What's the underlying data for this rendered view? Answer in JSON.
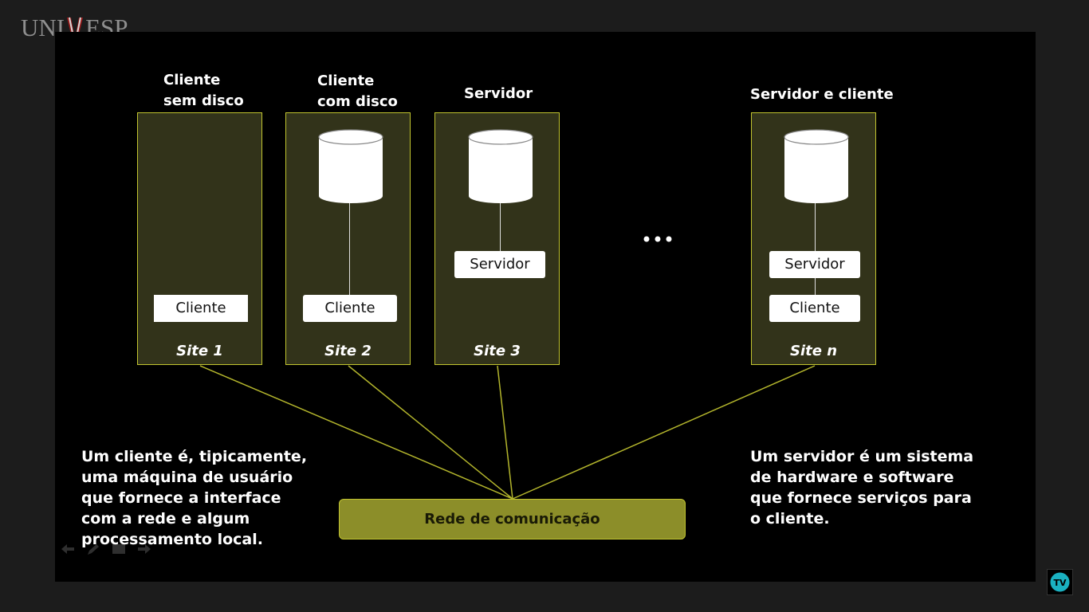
{
  "branding": {
    "logo_left": "UNI",
    "logo_right": "ESP",
    "tv_logo": "TV"
  },
  "headers": {
    "site1": "Cliente\nsem disco",
    "site2": "Cliente\ncom disco",
    "site3": "Servidor",
    "siten": "Servidor e cliente"
  },
  "sites": [
    {
      "label": "Site 1",
      "boxes": [
        "Cliente"
      ]
    },
    {
      "label": "Site 2",
      "boxes": [
        "Cliente"
      ]
    },
    {
      "label": "Site 3",
      "boxes": [
        "Servidor"
      ]
    },
    {
      "label": "Site n",
      "boxes": [
        "Servidor",
        "Cliente"
      ]
    }
  ],
  "ellipsis": "...",
  "network_label": "Rede de comunicação",
  "text_left": "Um cliente é, tipicamente,\numa máquina de usuário\nque fornece a interface\ncom a rede e algum\nprocessamento local.",
  "text_right": "Um servidor é um sistema\nde hardware e software\nque fornece serviços para\no cliente.",
  "colors": {
    "site_fill": "#32331a",
    "site_border": "#c1c42f",
    "network_fill": "#8c8e29",
    "slide_bg": "#000000",
    "frame_bg": "#1c1c1c"
  },
  "icons": {
    "nav": [
      "arrow-left-icon",
      "pen-icon",
      "menu-icon",
      "arrow-right-icon"
    ]
  }
}
